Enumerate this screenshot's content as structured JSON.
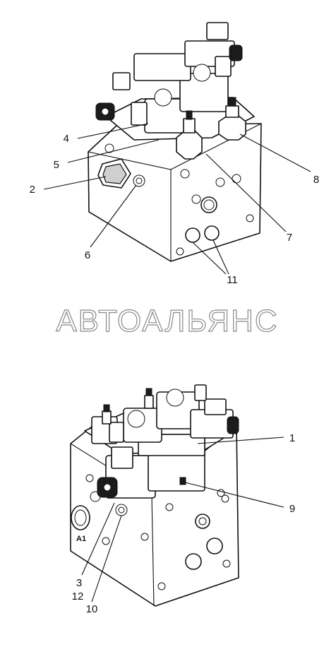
{
  "watermark": "АВТОАЛЬЯНС",
  "top_assembly": {
    "callouts": [
      "4",
      "5",
      "2",
      "6",
      "8",
      "7",
      "11"
    ]
  },
  "bottom_assembly": {
    "marking": "A1",
    "callouts": [
      "1",
      "9",
      "3",
      "12",
      "10"
    ]
  }
}
